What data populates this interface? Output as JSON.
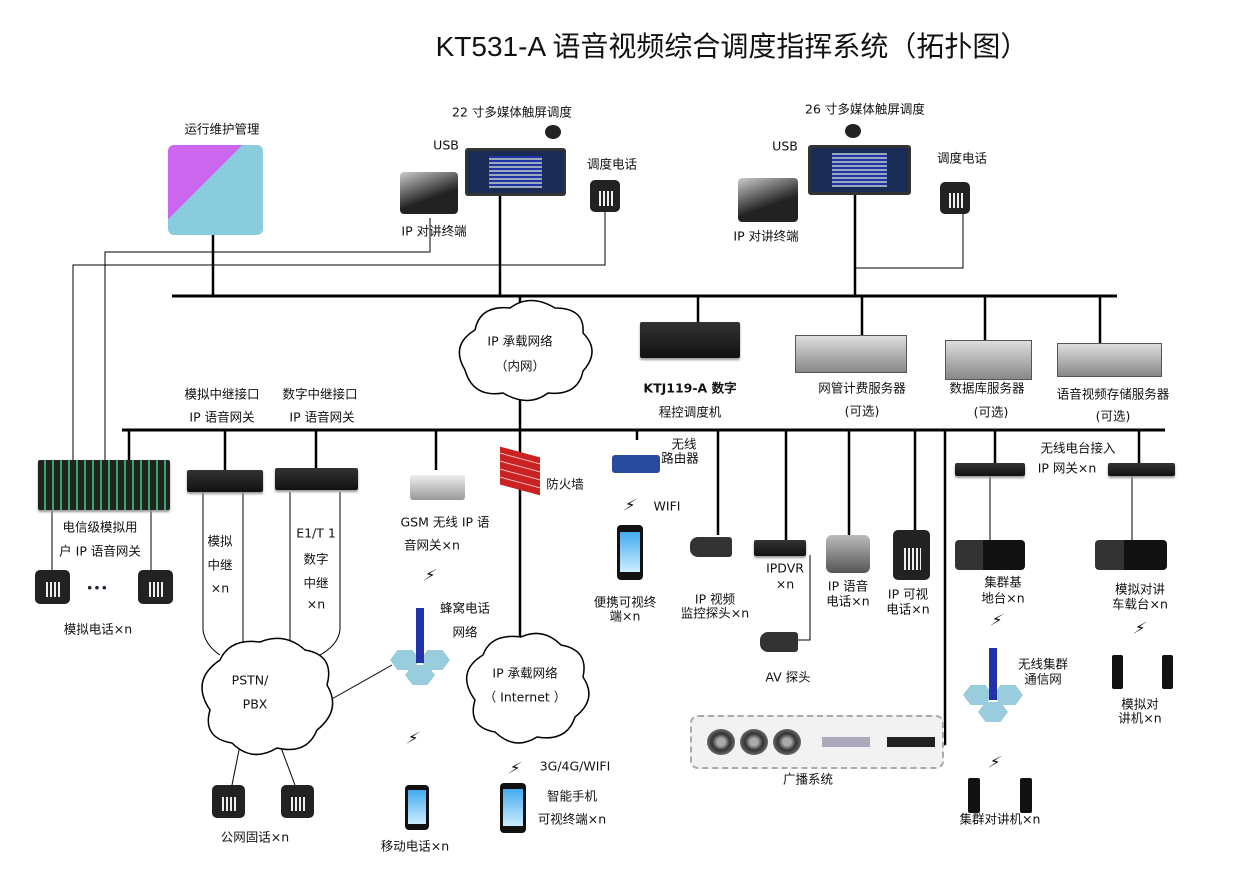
{
  "title": "KT531-A 语音视频综合调度指挥系统（拓扑图）",
  "top": {
    "ops": "运行维护管理",
    "console22": "22 寸多媒体触屏调度",
    "console26": "26 寸多媒体触屏调度",
    "usb": "USB",
    "ip_intercom": "IP 对讲终端",
    "dispatch_phone": "调度电话"
  },
  "cloud_intranet": {
    "l1": "IP 承载网络",
    "l2": "（内网）"
  },
  "servers": {
    "ktj_l1": "KTJ119-A 数字",
    "ktj_l2": "程控调度机",
    "billing": "网管计费服务器",
    "db": "数据库服务器",
    "storage": "语音视频存储服务器",
    "optional": "(可选)"
  },
  "gateways": {
    "analog_l1": "模拟中继接口",
    "analog_l2": "IP 语音网关",
    "digital_l1": "数字中继接口",
    "digital_l2": "IP 语音网关",
    "telco_l1": "电信级模拟用",
    "telco_l2": "户 IP 语音网关",
    "analog_phone": "模拟电话×n",
    "dots": "•••"
  },
  "trunks": {
    "a1": "模拟",
    "a2": "中继",
    "a3": "×n",
    "d1": "E1/T 1",
    "d2": "数字",
    "d3": "中继",
    "d4": "×n"
  },
  "gsm": {
    "l1": "GSM 无线 IP 语",
    "l2": "音网关×n",
    "cell_l1": "蜂窝电话",
    "cell_l2": "网络",
    "mobile": "移动电话×n"
  },
  "pstn": {
    "l1": "PSTN/",
    "l2": "PBX",
    "phones": "公网固话×n"
  },
  "internet": {
    "l1": "IP 承载网络",
    "l2": "（ Internet ）",
    "net": "3G/4G/WIFI",
    "smart_l1": "智能手机",
    "smart_l2": "可视终端×n"
  },
  "firewall": "防火墙",
  "wifi": {
    "router_l1": "无线",
    "router_l2": "路由器",
    "wifi": "WIFI",
    "port_l1": "便携可视终",
    "port_l2": "端×n"
  },
  "video": {
    "cam_l1": "IP 视频",
    "cam_l2": "监控探头×n",
    "dvr_l1": "IPDVR",
    "dvr_l2": "×n",
    "av": "AV 探头",
    "ipphone_l1": "IP 语音",
    "ipphone_l2": "电话×n",
    "vphone_l1": "IP 可视",
    "vphone_l2": "电话×n"
  },
  "broadcast": "广播系统",
  "radio": {
    "gw_l1": "无线电台接入",
    "gw_l2": "IP 网关×n",
    "base_l1": "集群基",
    "base_l2": "地台×n",
    "veh_l1": "模拟对讲",
    "veh_l2": "车载台×n",
    "trunk_l1": "无线集群",
    "trunk_l2": "通信网",
    "trunk_walkie": "集群对讲机×n",
    "walkie_l1": "模拟对",
    "walkie_l2": "讲机×n"
  },
  "bolt": "⚡"
}
